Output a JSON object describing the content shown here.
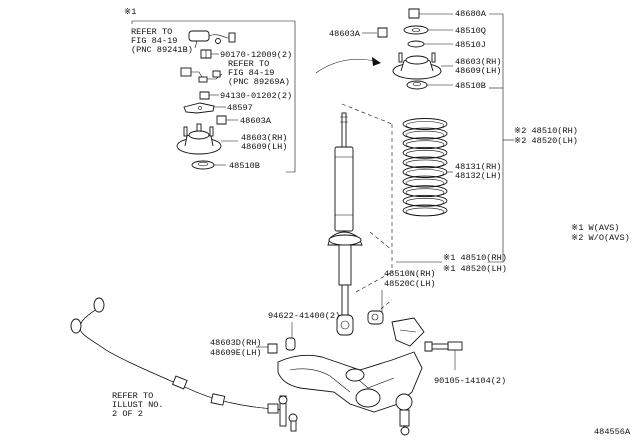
{
  "group1": {
    "marker": "※1",
    "refer_a": [
      "REFER TO",
      "FIG 84-19",
      "(PNC 89241B)"
    ],
    "refer_b": [
      "REFER TO",
      "FIG 84-19",
      "(PNC 89269A)"
    ],
    "parts": [
      "90170-12009(2)",
      "94130-01202(2)",
      "48597",
      "48603A",
      "48603(RH)",
      "48609(LH)",
      "48510B"
    ]
  },
  "top_right": {
    "left_part": "48603A",
    "parts": [
      "48680A",
      "48510Q",
      "48510J",
      "48603(RH)",
      "48609(LH)",
      "48510B"
    ]
  },
  "spring": {
    "group2_a": "※2 48510(RH)",
    "group2_b": "※2 48520(LH)",
    "coil_rh": "48131(RH)",
    "coil_lh": "48132(LH)"
  },
  "shock": {
    "group1_a": "※1 48510(RH)",
    "group1_b": "※1 48520(LH)",
    "lower_rh": "48510N(RH)",
    "lower_lh": "48520C(LH)"
  },
  "legend": [
    "※1 W(AVS)",
    "※2 W/O(AVS)"
  ],
  "lower_left": {
    "bushing_part": "94622-41400(2)",
    "part_rh": "48603D(RH)",
    "part_lh": "48609E(LH)",
    "refer": [
      "REFER TO",
      "ILLUST NO.",
      "2 OF 2"
    ]
  },
  "bolt_part": "90105-14104(2)",
  "figure_id": "484556A"
}
